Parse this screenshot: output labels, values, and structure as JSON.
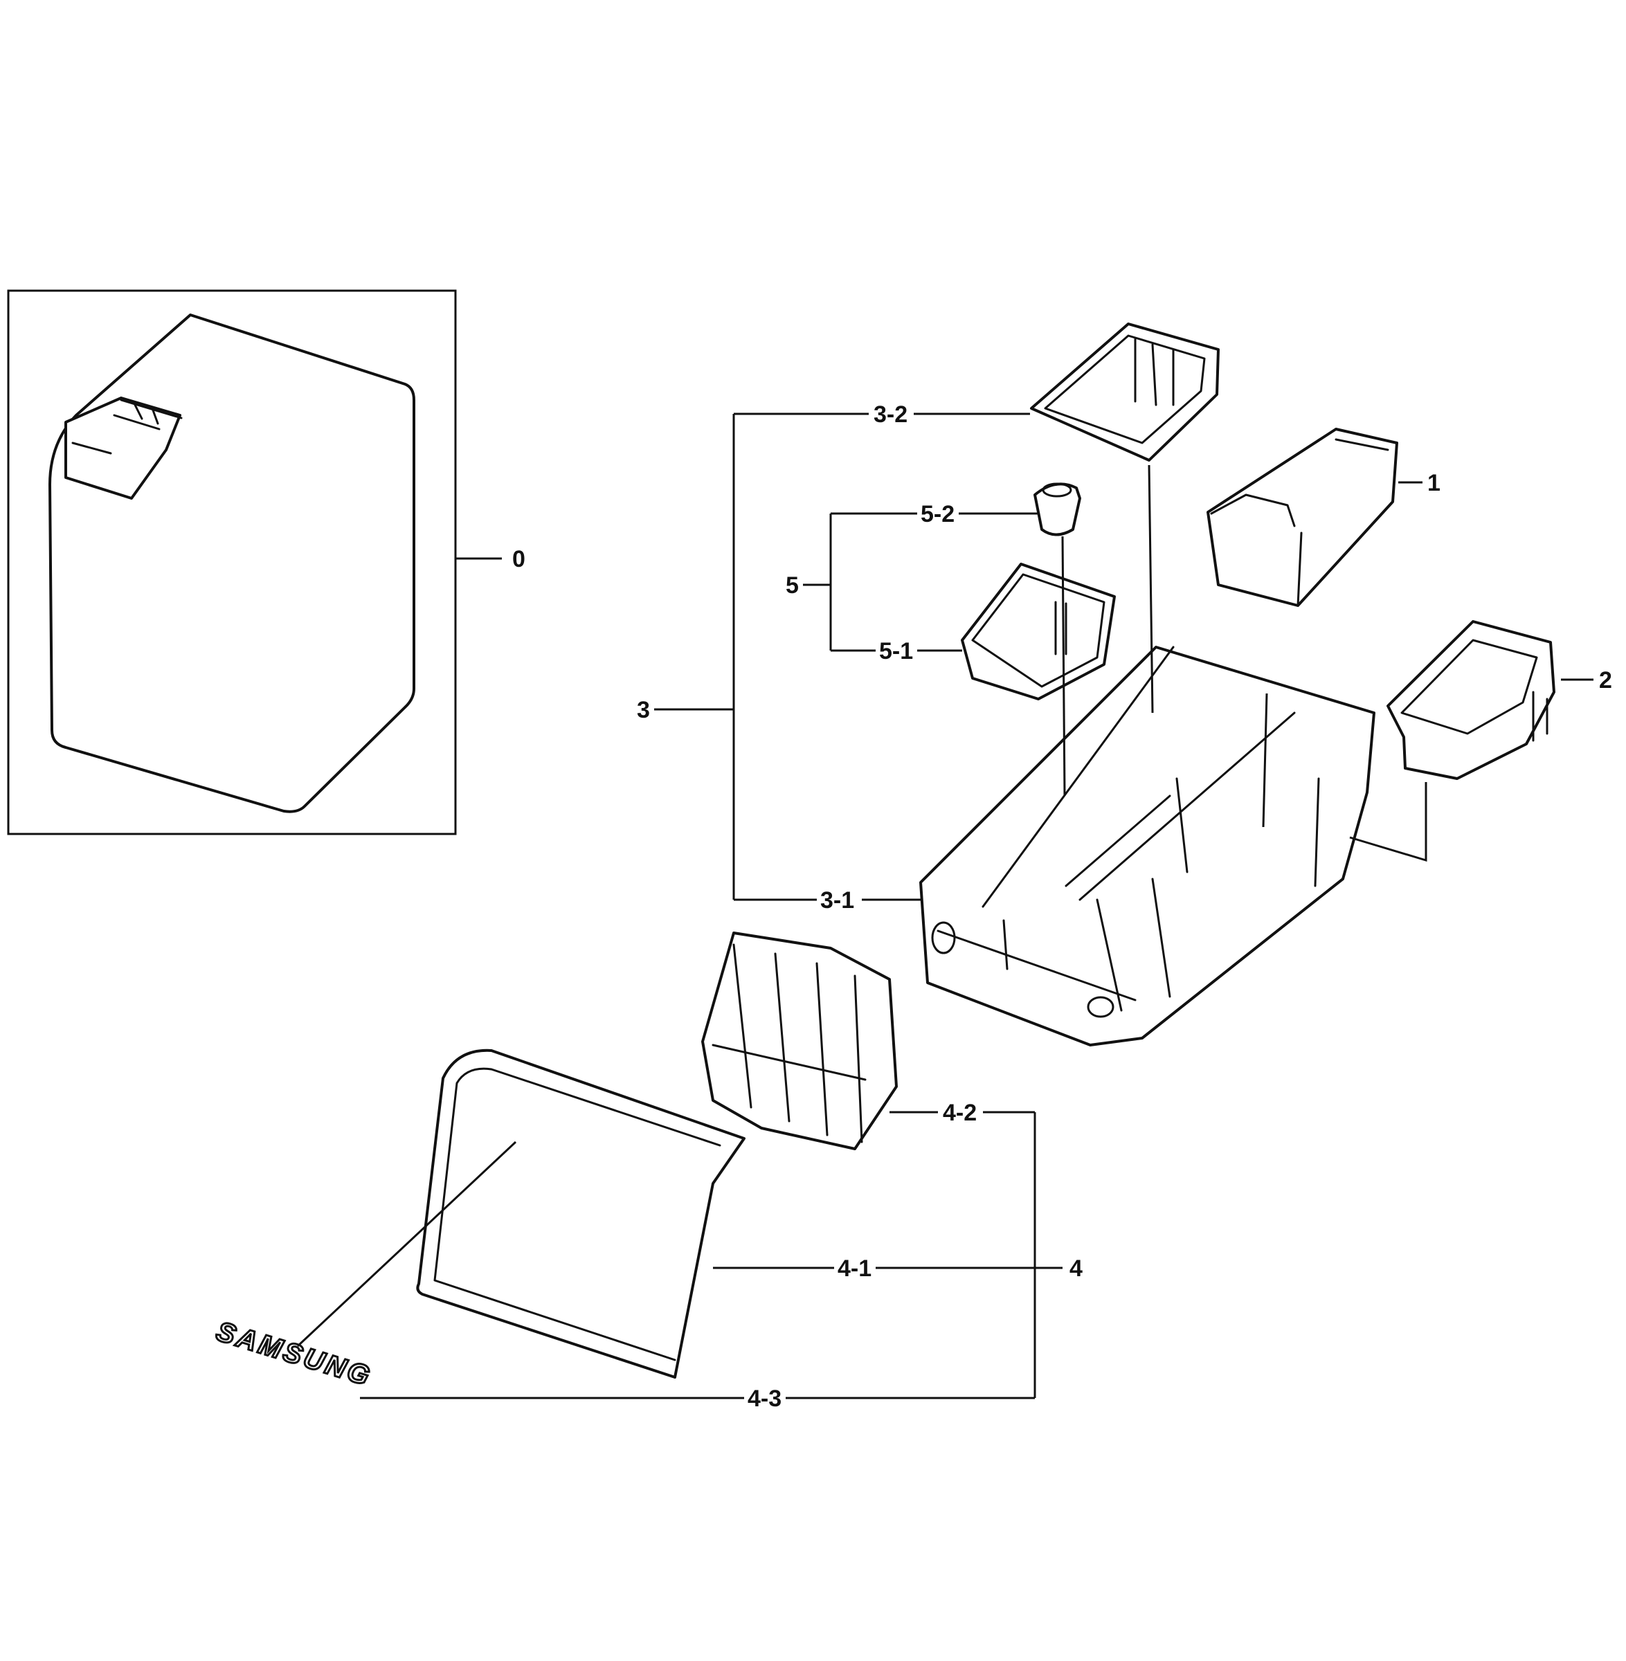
{
  "diagram": {
    "callouts": {
      "c0": "0",
      "c1": "1",
      "c2": "2",
      "c3": "3",
      "c3_1": "3-1",
      "c3_2": "3-2",
      "c4": "4",
      "c4_1": "4-1",
      "c4_2": "4-2",
      "c4_3": "4-3",
      "c5": "5",
      "c5_1": "5-1",
      "c5_2": "5-2"
    },
    "badge_text": "SAMSUNG"
  }
}
